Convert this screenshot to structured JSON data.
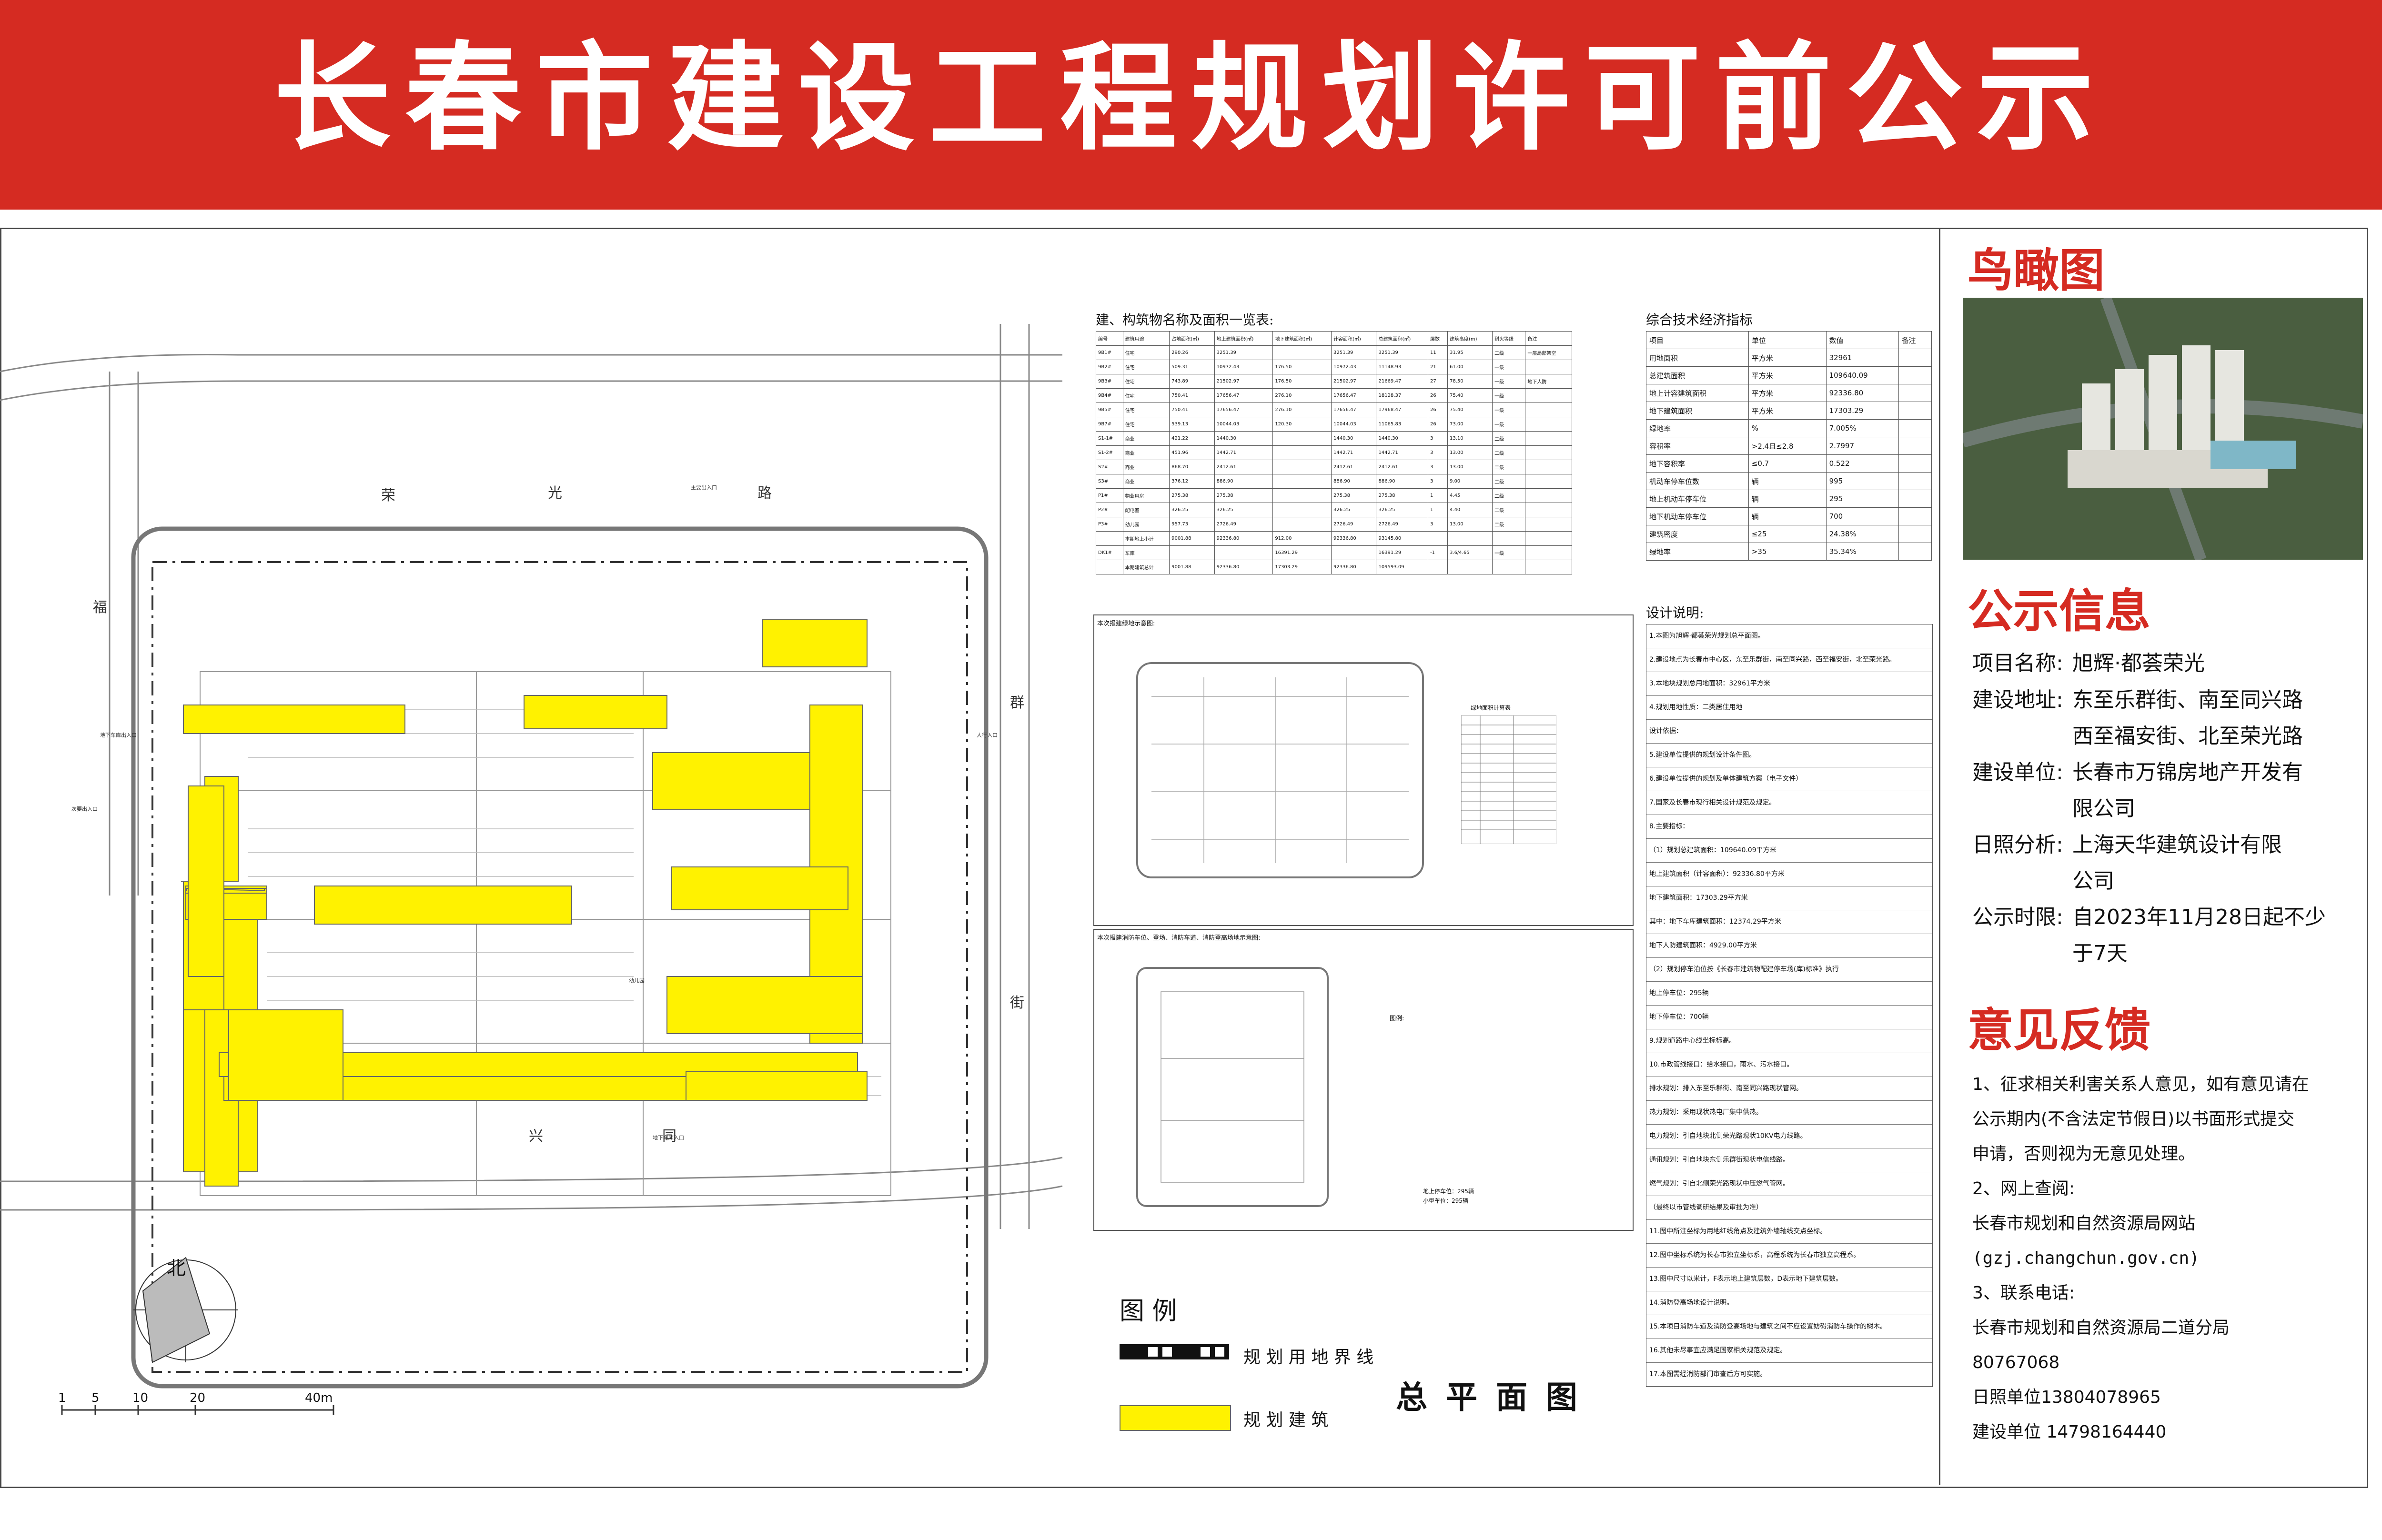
{
  "banner": {
    "title": "长春市建设工程规划许可前公示"
  },
  "sections": {
    "aerial": "鸟瞰图",
    "info": "公示信息",
    "feedback": "意见反馈"
  },
  "project_info": {
    "name_label": "项目名称:",
    "name": "旭辉·都荟荣光",
    "address_label": "建设地址:",
    "address_line1": "东至乐群街、南至同兴路",
    "address_line2": "西至福安街、北至荣光路",
    "unit_label": "建设单位:",
    "unit_line1": "长春市万锦房地产开发有",
    "unit_line2": "限公司",
    "sun_label": "日照分析:",
    "sun_line1": "上海天华建筑设计有限",
    "sun_line2": "公司",
    "period_label": "公示时限:",
    "period_line1": "自2023年11月28日起不少",
    "period_line2": "于7天"
  },
  "feedback": {
    "l1": "1、征求相关利害关系人意见，如有意见请在",
    "l2": "公示期内(不含法定节假日)以书面形式提交",
    "l3": "申请，否则视为无意见处理。",
    "l4": "2、网上查阅:",
    "l5": "长春市规划和自然资源局网站",
    "l6": "(gzj.changchun.gov.cn)",
    "l7": "3、联系电话:",
    "l8": "长春市规划和自然资源局二道分局",
    "l9": "80767068",
    "l10": "日照单位13804078965",
    "l11": "建设单位 14798164440"
  },
  "plan": {
    "title": "总 平 面 图",
    "legend_title": "图 例",
    "legend_boundary": "规 划 用 地 界 线",
    "legend_building": "规 划 建 筑",
    "north": "北",
    "scale_labels": [
      "1",
      "5",
      "10",
      "20",
      "40m"
    ],
    "roads": [
      "荣",
      "光",
      "路",
      "同",
      "兴",
      "群",
      "街",
      "福"
    ],
    "notes": [
      "主要出入口",
      "次要出入口",
      "人行入口",
      "地下车库出入口",
      "幼儿园",
      "地下车库入口"
    ]
  },
  "spec_table": {
    "title": "建、构筑物名称及面积一览表:",
    "header": [
      "编号",
      "建筑用途",
      "占地面积(㎡)",
      "地上建筑面积(㎡)",
      "地下建筑面积(㎡)",
      "计容面积(㎡)",
      "总建筑面积(㎡)",
      "层数",
      "建筑高度(m)",
      "耐火等级",
      "备注"
    ],
    "rows": [
      [
        "9B1#",
        "住宅",
        "290.26",
        "3251.39",
        "",
        "3251.39",
        "3251.39",
        "11",
        "31.95",
        "二级",
        "一层局部架空"
      ],
      [
        "9B2#",
        "住宅",
        "509.31",
        "10972.43",
        "176.50",
        "10972.43",
        "11148.93",
        "21",
        "61.00",
        "一级",
        ""
      ],
      [
        "9B3#",
        "住宅",
        "743.89",
        "21502.97",
        "176.50",
        "21502.97",
        "21669.47",
        "27",
        "78.50",
        "一级",
        "地下人防"
      ],
      [
        "9B4#",
        "住宅",
        "750.41",
        "17656.47",
        "276.10",
        "17656.47",
        "18128.37",
        "26",
        "75.40",
        "一级",
        ""
      ],
      [
        "9B5#",
        "住宅",
        "750.41",
        "17656.47",
        "276.10",
        "17656.47",
        "17968.47",
        "26",
        "75.40",
        "一级",
        ""
      ],
      [
        "9B7#",
        "住宅",
        "539.13",
        "10044.03",
        "120.30",
        "10044.03",
        "11065.83",
        "26",
        "73.00",
        "一级",
        ""
      ],
      [
        "S1-1#",
        "商业",
        "421.22",
        "1440.30",
        "",
        "1440.30",
        "1440.30",
        "3",
        "13.10",
        "二级",
        ""
      ],
      [
        "S1-2#",
        "商业",
        "451.96",
        "1442.71",
        "",
        "1442.71",
        "1442.71",
        "3",
        "13.00",
        "二级",
        ""
      ],
      [
        "S2#",
        "商业",
        "868.70",
        "2412.61",
        "",
        "2412.61",
        "2412.61",
        "3",
        "13.00",
        "二级",
        ""
      ],
      [
        "S3#",
        "商业",
        "376.12",
        "886.90",
        "",
        "886.90",
        "886.90",
        "3",
        "9.00",
        "二级",
        ""
      ],
      [
        "P1#",
        "物业用房",
        "275.38",
        "275.38",
        "",
        "275.38",
        "275.38",
        "1",
        "4.45",
        "二级",
        ""
      ],
      [
        "P2#",
        "配电室",
        "326.25",
        "326.25",
        "",
        "326.25",
        "326.25",
        "1",
        "4.40",
        "二级",
        ""
      ],
      [
        "P3#",
        "幼儿园",
        "957.73",
        "2726.49",
        "",
        "2726.49",
        "2726.49",
        "3",
        "13.00",
        "二级",
        ""
      ],
      [
        "",
        "本期地上小计",
        "9001.88",
        "92336.80",
        "912.00",
        "92336.80",
        "93145.80",
        "",
        "",
        "",
        ""
      ],
      [
        "DK1#",
        "车库",
        "",
        "",
        "16391.29",
        "",
        "16391.29",
        "-1",
        "3.6/4.65",
        "一级",
        ""
      ],
      [
        "",
        "本期建筑总计",
        "9001.88",
        "92336.80",
        "17303.29",
        "92336.80",
        "109593.09",
        "",
        "",
        "",
        ""
      ]
    ]
  },
  "eco_table": {
    "title": "综合技术经济指标",
    "header": [
      "项目",
      "单位",
      "数值",
      "备注"
    ],
    "rows": [
      [
        "用地面积",
        "平方米",
        "32961",
        ""
      ],
      [
        "总建筑面积",
        "平方米",
        "109640.09",
        ""
      ],
      [
        "地上计容建筑面积",
        "平方米",
        "92336.80",
        ""
      ],
      [
        "地下建筑面积",
        "平方米",
        "17303.29",
        ""
      ],
      [
        "绿地率",
        "%",
        "7.005%",
        ""
      ],
      [
        "容积率",
        ">2.4且≤2.8",
        "2.7997",
        ""
      ],
      [
        "地下容积率",
        "≤0.7",
        "0.522",
        ""
      ],
      [
        "机动车停车位数",
        "辆",
        "995",
        ""
      ],
      [
        "地上机动车停车位",
        "辆",
        "295",
        ""
      ],
      [
        "地下机动车停车位",
        "辆",
        "700",
        ""
      ],
      [
        "建筑密度",
        "≤25",
        "24.38%",
        ""
      ],
      [
        "绿地率",
        ">35",
        "35.34%",
        ""
      ]
    ]
  },
  "design_notes": {
    "title": "设计说明:",
    "lines": [
      "1.本图为旭辉·都荟荣光规划总平面图。",
      "2.建设地点为长春市中心区，东至乐群街，南至同兴路，西至福安街，北至荣光路。",
      "3.本地块规划总用地面积：32961平方米",
      "4.规划用地性质：二类居住用地",
      "设计依据：",
      "5.建设单位提供的规划设计条件图。",
      "6.建设单位提供的规划及单体建筑方案（电子文件）",
      "7.国家及长春市现行相关设计规范及规定。",
      "8.主要指标：",
      "（1）规划总建筑面积：109640.09平方米",
      "地上建筑面积（计容面积）：92336.80平方米",
      "地下建筑面积：17303.29平方米",
      "其中：地下车库建筑面积：12374.29平方米",
      "地下人防建筑面积：4929.00平方米",
      "（2）规划停车泊位按《长春市建筑物配建停车场(库)标准》执行",
      "地上停车位：295辆",
      "地下停车位：700辆",
      "9.规划道路中心线坐标标高。",
      "10.市政管线接口：给水接口，雨水、污水接口。",
      "排水规划：排入东至乐群街、南至同兴路现状管网。",
      "热力规划：采用现状热电厂集中供热。",
      "电力规划：引自地块北侧荣光路现状10KV电力线路。",
      "通讯规划：引自地块东侧乐群街现状电信线路。",
      "燃气规划：引自北侧荣光路现状中压燃气管网。",
      "（最终以市管线调研结果及审批为准）",
      "11.图中所注坐标为用地红线角点及建筑外墙轴线交点坐标。",
      "12.图中坐标系统为长春市独立坐标系，高程系统为长春市独立高程系。",
      "13.图中尺寸以米计，F表示地上建筑层数，D表示地下建筑层数。",
      "14.消防登高场地设计说明。",
      "15.本项目消防车道及消防登高场地与建筑之间不应设置妨碍消防车操作的树木。",
      "16.其他未尽事宜应满足国家相关规范及规定。",
      "17.本图需经消防部门审查后方可实施。"
    ]
  },
  "sub_drawings": {
    "green_title": "本次报建绿地示意图:",
    "green_table_title": "绿地面积计算表",
    "fire_title": "本次报建消防车位、登场、消防车道、消防登高场地示意图:",
    "fire_legend": "图例:",
    "stats1": "地上停车位：295辆",
    "stats2": "小型车位：295辆"
  }
}
